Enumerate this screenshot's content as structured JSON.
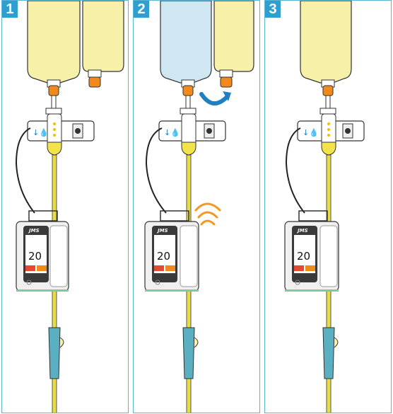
{
  "panels": [
    {
      "number": "1",
      "pump_logo": "JMS",
      "display_value": "20"
    },
    {
      "number": "2",
      "pump_logo": "JMS",
      "display_value": "20"
    },
    {
      "number": "3",
      "pump_logo": "JMS",
      "display_value": "20"
    }
  ],
  "colors": {
    "frame": "#5ab4d2",
    "badge": "#2d9fd0",
    "fluid_yellow": "#f6f0a8",
    "fluid_blue": "#cfe6f3",
    "tubing": "#e8dc4a",
    "port_orange": "#f08a1c",
    "rotate_arrow": "#1e7fc2",
    "signal_orange": "#f39a1e",
    "clamp_teal": "#5ab0c0"
  }
}
